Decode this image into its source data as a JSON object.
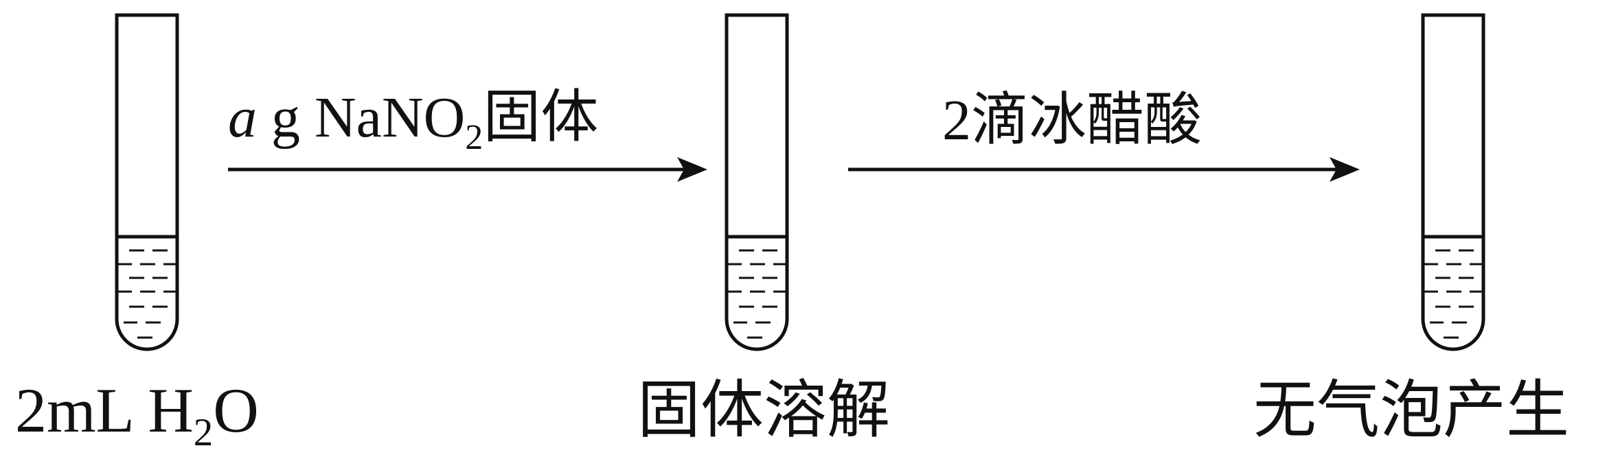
{
  "steps": [
    {
      "label_pre": "2mL H",
      "label_sub": "2",
      "label_post": "O"
    },
    {
      "label": "固体溶解"
    },
    {
      "label": "无气泡产生"
    }
  ],
  "arrows": [
    {
      "italic": "a",
      "pre": " g NaNO",
      "sub": "2",
      "post": "固体"
    },
    {
      "label": "2滴冰醋酸"
    }
  ],
  "colors": {
    "stroke": "#111111",
    "background": "#ffffff"
  }
}
